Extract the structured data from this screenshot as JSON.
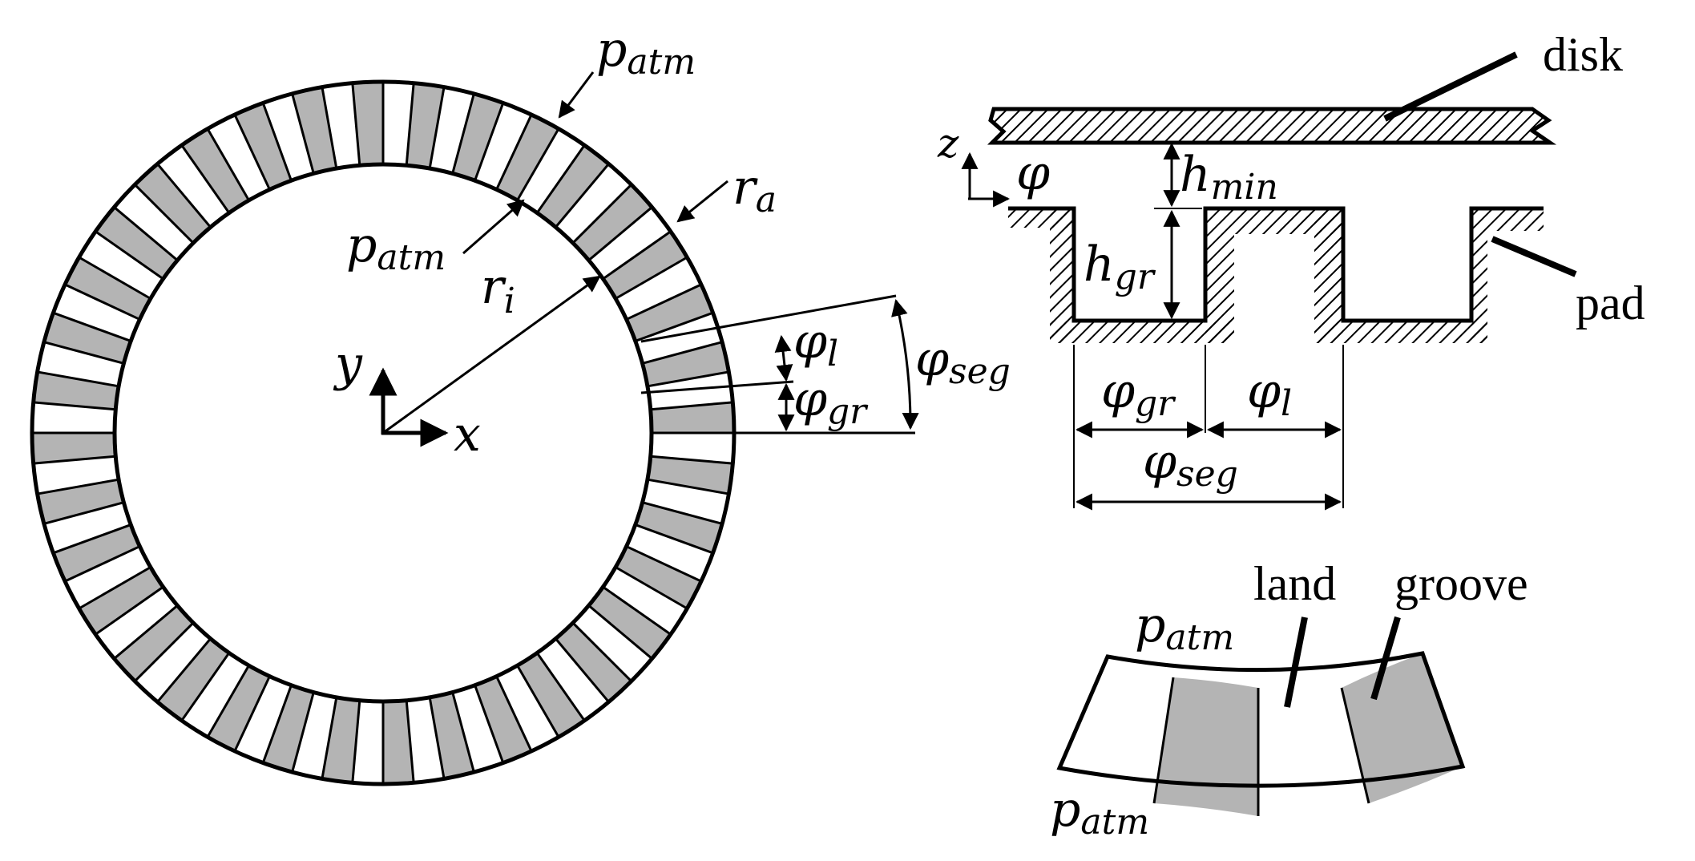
{
  "diagram": {
    "colors": {
      "line": "#000000",
      "groove": "#b4b4b4",
      "land": "#ffffff",
      "hatch": "#000000"
    },
    "ring": {
      "segment_count": 36,
      "labels": {
        "p_outer": {
          "base": "p",
          "sub": "atm"
        },
        "p_inner": {
          "base": "p",
          "sub": "atm"
        },
        "r_outer": {
          "base": "r",
          "sub": "a"
        },
        "r_inner": {
          "base": "r",
          "sub": "i"
        },
        "axis_x": "x",
        "axis_y": "y",
        "phi_l": {
          "base": "φ",
          "sub": "l"
        },
        "phi_gr": {
          "base": "φ",
          "sub": "gr"
        },
        "phi_seg": {
          "base": "φ",
          "sub": "seg"
        }
      }
    },
    "section": {
      "disk_label": "disk",
      "pad_label": "pad",
      "axis_z": "z",
      "axis_phi": "φ",
      "h_min": {
        "base": "h",
        "sub": "min"
      },
      "h_gr": {
        "base": "h",
        "sub": "gr"
      },
      "phi_gr": {
        "base": "φ",
        "sub": "gr"
      },
      "phi_l": {
        "base": "φ",
        "sub": "l"
      },
      "phi_seg": {
        "base": "φ",
        "sub": "seg"
      }
    },
    "segment": {
      "p_top": {
        "base": "p",
        "sub": "atm"
      },
      "p_bottom": {
        "base": "p",
        "sub": "atm"
      },
      "land_label": "land",
      "groove_label": "groove"
    }
  }
}
